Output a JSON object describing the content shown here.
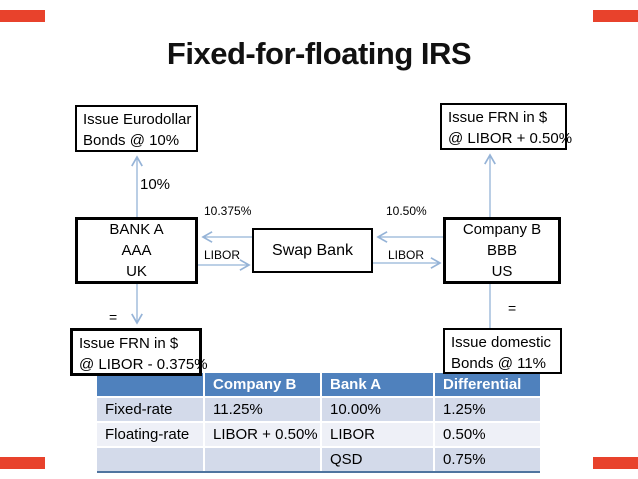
{
  "title": "Fixed-for-floating IRS",
  "diagram": {
    "boxes": {
      "issue_eurodollar": {
        "lines": [
          "Issue Eurodollar",
          "Bonds @ 10%"
        ]
      },
      "issue_frn_usd": {
        "lines": [
          "Issue FRN in $",
          "@ LIBOR + 0.50%"
        ]
      },
      "bank_a": {
        "lines": [
          "BANK A",
          "AAA",
          "UK"
        ]
      },
      "swap_bank": {
        "lines": [
          "Swap Bank"
        ]
      },
      "company_b": {
        "lines": [
          "Company B",
          "BBB",
          "US"
        ]
      },
      "issue_frn_libor": {
        "lines": [
          "Issue FRN in $",
          "@ LIBOR - 0.375%"
        ]
      },
      "issue_domestic": {
        "lines": [
          "Issue domestic",
          "Bonds @ 11%"
        ]
      }
    },
    "flow_labels": {
      "bank_a_bond_rate": "10%",
      "swap_to_bank_a": "10.375%",
      "bank_a_to_swap": "LIBOR",
      "company_b_to_swap": "10.50%",
      "swap_to_company_b": "LIBOR",
      "equals_left": "=",
      "equals_right": "="
    }
  },
  "table": {
    "headers": [
      "",
      "Company B",
      "Bank A",
      "Differential"
    ],
    "rows": [
      [
        "Fixed-rate",
        "11.25%",
        "10.00%",
        "1.25%"
      ],
      [
        "Floating-rate",
        "LIBOR + 0.50%",
        "LIBOR",
        "0.50%"
      ],
      [
        "",
        "",
        "QSD",
        "0.75%"
      ]
    ]
  },
  "colors": {
    "table_header": "#4f81bd",
    "table_band_light": "#d3daea",
    "table_band_lighter": "#eef0f7",
    "arrow": "#95b3d7",
    "corner_mark": "#e8422c",
    "box_border": "#000000"
  }
}
